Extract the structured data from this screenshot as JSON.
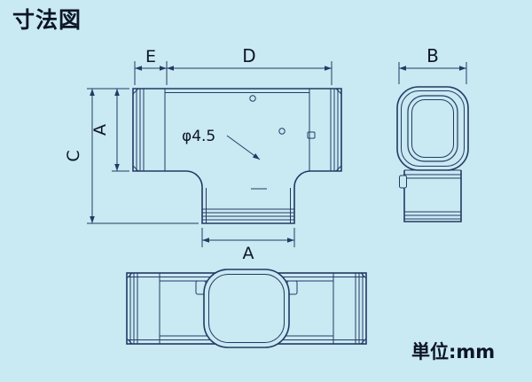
{
  "drawing": {
    "title": "寸法図",
    "unit_label": "単位:mm",
    "colors": {
      "background": "#c9e9f3",
      "line": "#243a63",
      "text": "#0d1526"
    },
    "labels": {
      "dim_e": "E",
      "dim_d": "D",
      "dim_b": "B",
      "dim_c": "C",
      "dim_a_left": "A",
      "dim_a_bottom": "A",
      "hole_diameter": "φ4.5"
    }
  }
}
